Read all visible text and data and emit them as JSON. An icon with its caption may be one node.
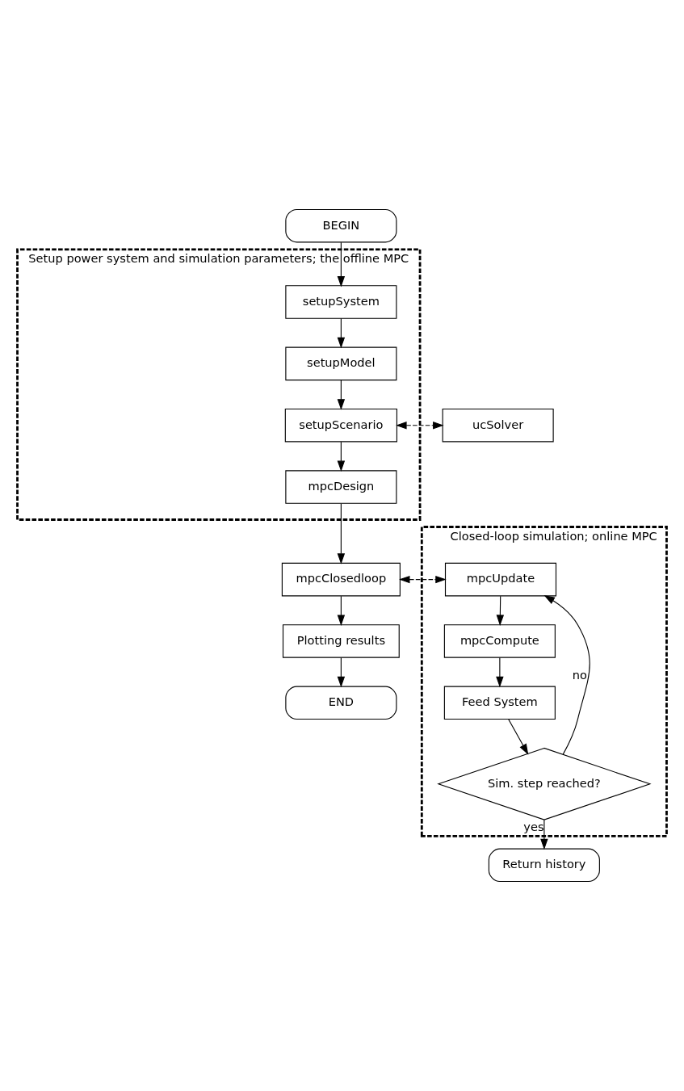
{
  "diagram": {
    "nodes": [
      {
        "text": [
          "BEGIN"
        ]
      },
      {
        "text": [
          "Setup power system and simulation parameters; the offline MPC"
        ]
      },
      {
        "text": [
          "setupSystem"
        ],
        "in": 1
      },
      {
        "text": [
          "setupModel"
        ],
        "in": 1
      },
      {
        "text": [
          "setupScenario"
        ],
        "in": 1
      },
      {
        "text": [
          "mpcDesign"
        ],
        "in": 1
      },
      {
        "text": [
          "ucSolver"
        ]
      },
      {
        "text": [
          "mpcClosedloop"
        ]
      },
      {
        "text": [
          "Closed-loop simulation; online MPC"
        ]
      },
      {
        "text": [
          "mpcUpdate"
        ],
        "in": 8
      },
      {
        "text": [
          "mpcCompute"
        ],
        "in": 8
      },
      {
        "text": [
          "Feed System"
        ],
        "in": 8
      },
      {
        "text": [
          "Sim. step reached?"
        ],
        "in": 8
      },
      {
        "text": [
          "Return history"
        ]
      },
      {
        "text": [
          "Plotting results"
        ]
      },
      {
        "text": [
          "END"
        ]
      }
    ],
    "edges": [
      {
        "from": 0,
        "to": 2,
        "arrow": "to"
      },
      {
        "from": 2,
        "to": 3,
        "arrow": "to"
      },
      {
        "from": 3,
        "to": 4,
        "arrow": "to"
      },
      {
        "from": 4,
        "to": 6,
        "arrow": "both",
        "style": "dashed"
      },
      {
        "from": 4,
        "to": 5,
        "arrow": "to"
      },
      {
        "from": 5,
        "to": 7,
        "arrow": "to"
      },
      {
        "from": 7,
        "to": 9,
        "arrow": "both",
        "style": "dashed"
      },
      {
        "from": 9,
        "to": 10,
        "arrow": "to"
      },
      {
        "from": 10,
        "to": 11,
        "arrow": "to"
      },
      {
        "from": 11,
        "to": 12,
        "arrow": "to"
      },
      {
        "from": 12,
        "to": 9,
        "arrow": "to",
        "label": "no"
      },
      {
        "from": 12,
        "to": 13,
        "arrow": "to",
        "label": "yes"
      },
      {
        "from": 7,
        "to": 14,
        "arrow": "to"
      },
      {
        "from": 14,
        "to": 15,
        "arrow": "to"
      }
    ]
  }
}
